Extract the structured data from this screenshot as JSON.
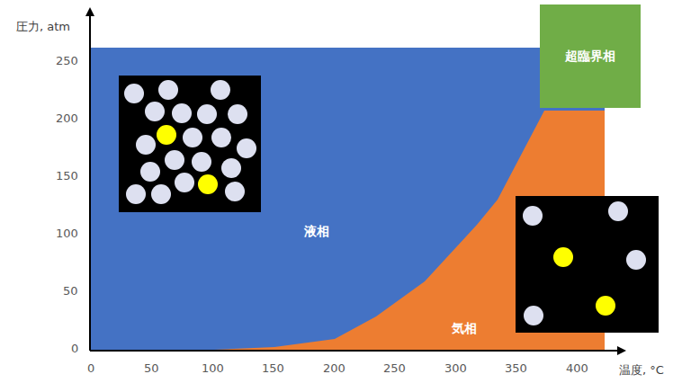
{
  "diagram": {
    "nodes": [
      {
        "text": [
          "液相"
        ]
      },
      {
        "text": [
          "気相"
        ]
      },
      {
        "text": [
          "超臨界相"
        ]
      }
    ],
    "labels": [
      "圧力, atm",
      "250",
      "200",
      "150",
      "100",
      "50",
      "0",
      "0",
      "50",
      "100",
      "150",
      "200",
      "250",
      "300",
      "350",
      "400",
      "温度, °C"
    ]
  }
}
